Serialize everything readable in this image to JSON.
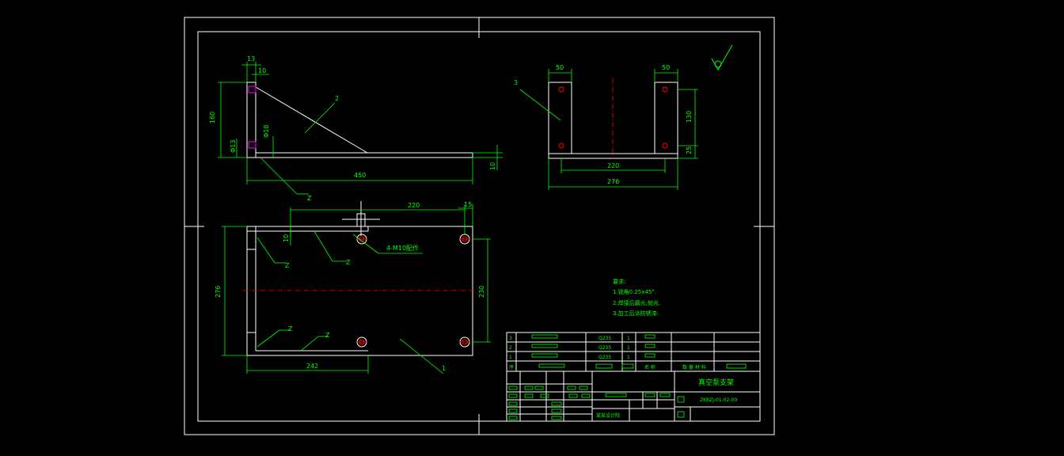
{
  "colors": {
    "background": "#000000",
    "frame": "#ffffff",
    "geometry": "#ffffff",
    "dimension": "#00ff00",
    "centerline": "#ff0000",
    "hidden": "#ff00ff"
  },
  "side_view": {
    "dims": {
      "d13": "13",
      "d10_top": "10",
      "d160": "160",
      "d13_phi": "Φ13",
      "d18_phi": "Φ18",
      "d450": "450",
      "d10_right": "10"
    },
    "balloon": "2",
    "weld": "Z"
  },
  "front_view": {
    "dims": {
      "d50_left": "50",
      "d50_right": "50",
      "d130": "130",
      "d25": "25",
      "d220": "220",
      "d276": "276"
    },
    "balloon": "3"
  },
  "plan_view": {
    "dims": {
      "d220": "220",
      "d15": "15",
      "d10": "10",
      "d276": "276",
      "d230": "230",
      "d242": "242"
    },
    "hole_callout": "4-M10配作",
    "balloon": "1",
    "weld": "Z"
  },
  "notes": {
    "heading": "要求:",
    "items": [
      "1.锐角0.25x45°.",
      "2.焊接后磨光,抛光.",
      "3.加工后涂防锈漆."
    ]
  },
  "title_block": {
    "drawing_name": "真空泵支架",
    "drawing_number": "ZKBZJ-01-02-00",
    "row_labels": [
      "3",
      "2",
      "1"
    ],
    "material_labels": [
      "Q235",
      "Q235",
      "Q235"
    ],
    "qty_labels": [
      "1",
      "1",
      "1"
    ],
    "header_labels": [
      "序",
      "名 称",
      "数 量",
      "材 料"
    ],
    "company": "某某设计院"
  }
}
